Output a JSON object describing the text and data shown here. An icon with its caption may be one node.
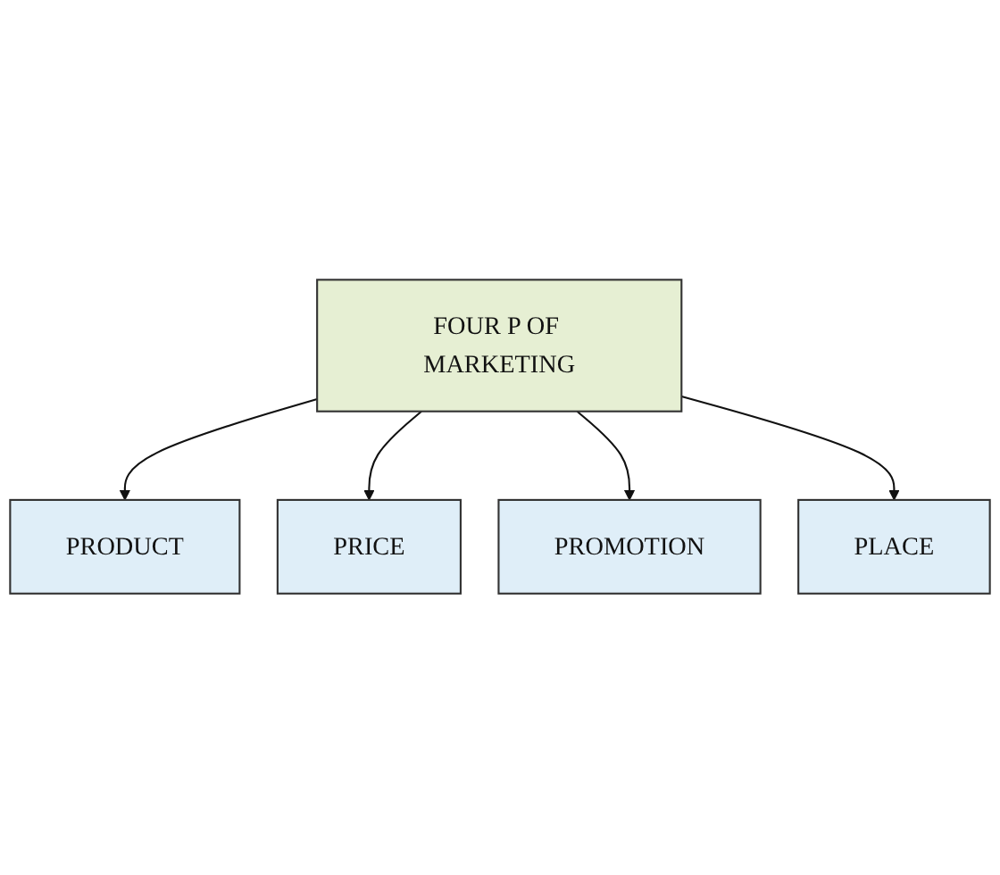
{
  "diagram": {
    "nodes": [
      {
        "text": [
          "PRODUCT"
        ]
      },
      {
        "text": [
          "PRICE"
        ]
      },
      {
        "text": [
          "FOUR P OF MARKETING"
        ]
      },
      {
        "text": [
          "PROMOTION"
        ]
      },
      {
        "text": [
          "PLACE"
        ]
      }
    ],
    "edges": [
      {
        "from": 2,
        "to": 0,
        "arrow": "to"
      },
      {
        "from": 2,
        "to": 1,
        "arrow": "to"
      },
      {
        "from": 2,
        "to": 3,
        "arrow": "to"
      },
      {
        "from": 2,
        "to": 4,
        "arrow": "to"
      }
    ]
  }
}
